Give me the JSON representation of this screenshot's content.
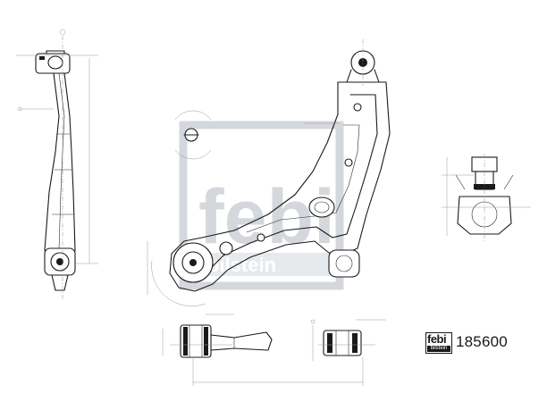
{
  "drawing": {
    "part_number": "185600",
    "logo": {
      "brand": "febi",
      "sub": "bilstein"
    },
    "watermark": {
      "brand": "febi",
      "sub": "bilstein"
    }
  }
}
